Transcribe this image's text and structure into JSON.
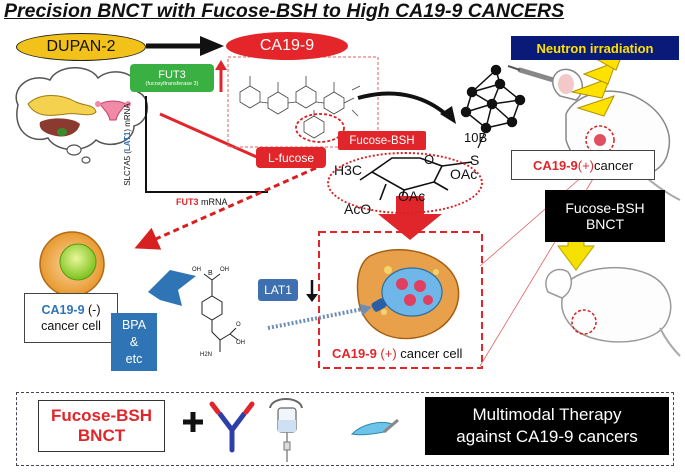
{
  "title": "Precision BNCT with Fucose-BSH to High CA19-9 CANCERS",
  "top": {
    "dupan": "DUPAN-2",
    "ca199": "CA19-9",
    "fut3_label": "FUT3",
    "fut3_sub": "(fucosyltransferase 3)",
    "neutron": "Neutron irradiation"
  },
  "plot": {
    "ylabel_prefix": "SLC7A5 (",
    "ylabel_lat1": "LAT1",
    "ylabel_suffix": ") mRNA",
    "xlabel_fut3": "FUT3",
    "xlabel_suffix": " mRNA",
    "lfucose": "L-fucose"
  },
  "chem": {
    "fbsh_tag": "Fucose-BSH",
    "boron": "10B",
    "s": "S",
    "oac1": "OAc",
    "oac2": "OAc",
    "aco": "AcO",
    "h3c": "H3C",
    "o": "O"
  },
  "mouse": {
    "label_ca": "CA19-9",
    "label_sign": " (+)",
    "label_rest": " cancer",
    "fbsh_line1": "Fucose-BSH",
    "fbsh_line2": "BNCT"
  },
  "left_cell": {
    "line1_ca": "CA19-9",
    "line1_sign": " (-)",
    "line2": "cancer cell"
  },
  "bpa": {
    "line1": "BPA",
    "line2": "&",
    "line3": "etc",
    "oh1": "OH",
    "b": "B",
    "oh2": "OH",
    "h2n": "H2N",
    "cooh": "OH",
    "o": "O"
  },
  "lat1": "LAT1",
  "center_cell": {
    "ca": "CA19-9",
    "sign": " (+)",
    "rest": " cancer cell"
  },
  "bottom": {
    "fb_line1": "Fucose-BSH",
    "fb_line2": "BNCT",
    "multi_line1": "Multimodal Therapy",
    "multi_line2": "against CA19-9 cancers"
  },
  "colors": {
    "red": "#e1262b",
    "yellow": "#f2c21b",
    "green": "#3bb042",
    "navy": "#0a1a78",
    "blue": "#2f74b5"
  }
}
